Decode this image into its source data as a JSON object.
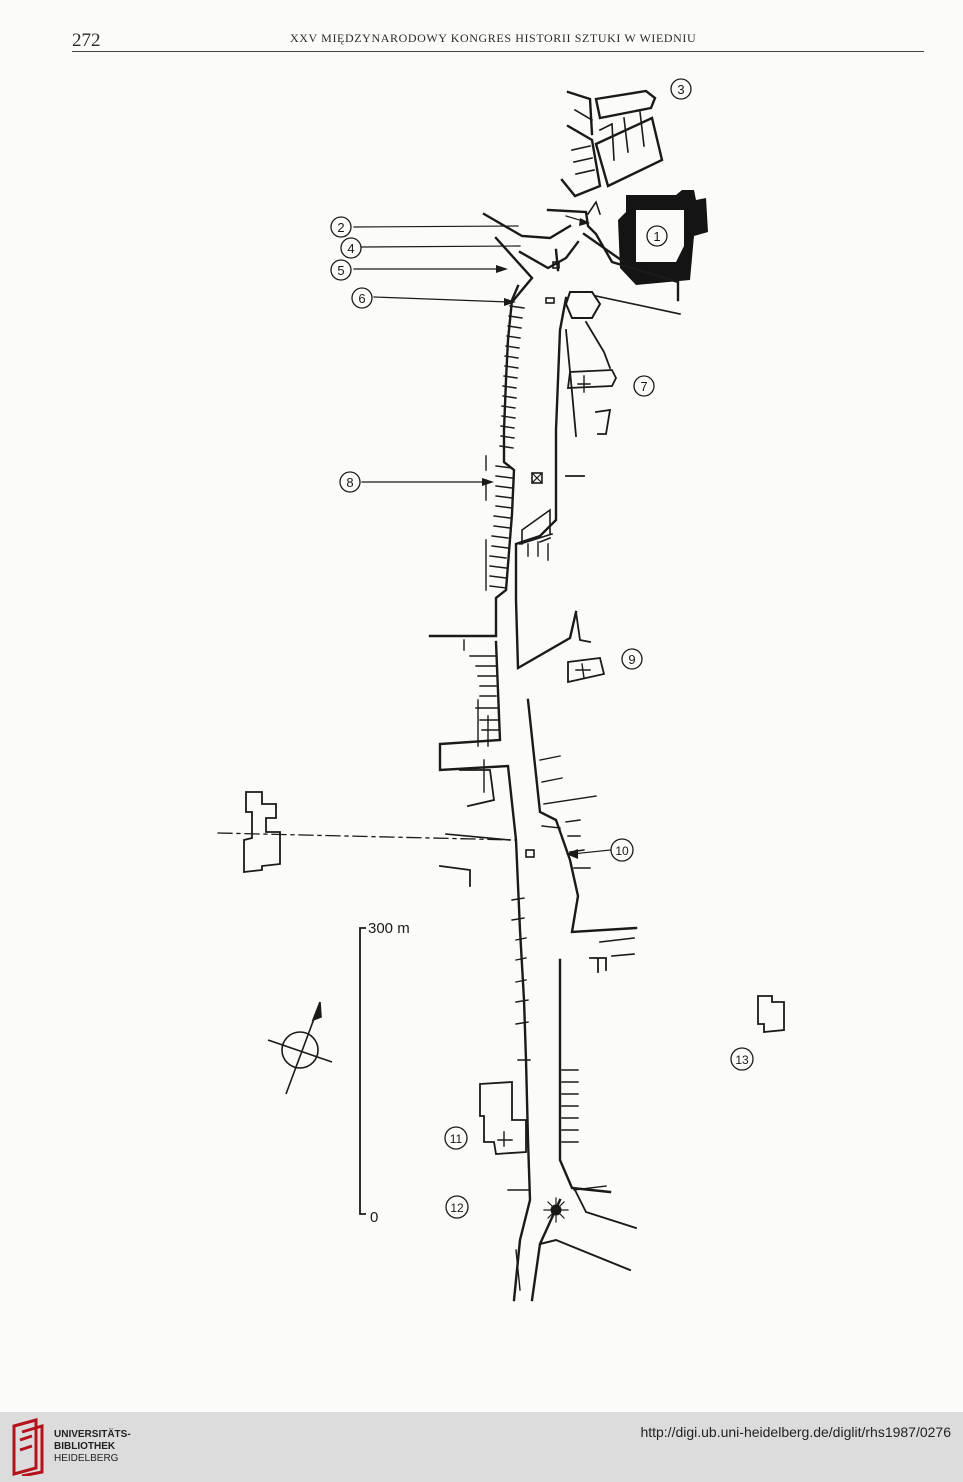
{
  "header": {
    "page_number": "272",
    "running_head": "XXV MIĘDZYNARODOWY KONGRES HISTORII SZTUKI W WIEDNIU"
  },
  "map": {
    "markers": [
      "1",
      "2",
      "3",
      "4",
      "5",
      "6",
      "7",
      "8",
      "9",
      "10",
      "11",
      "12",
      "13"
    ],
    "scale_bar": {
      "top_label": "300 m",
      "bottom_label": "0"
    },
    "north_arrow_icon": "north-arrow-icon"
  },
  "footer": {
    "library_line1": "UNIVERSITÄTS-",
    "library_line2": "BIBLIOTHEK",
    "library_line3": "HEIDELBERG",
    "url": "http://digi.ub.uni-heidelberg.de/diglit/rhs1987/0276",
    "background": "#dcdcdc",
    "logo_color": "#b5121b"
  }
}
